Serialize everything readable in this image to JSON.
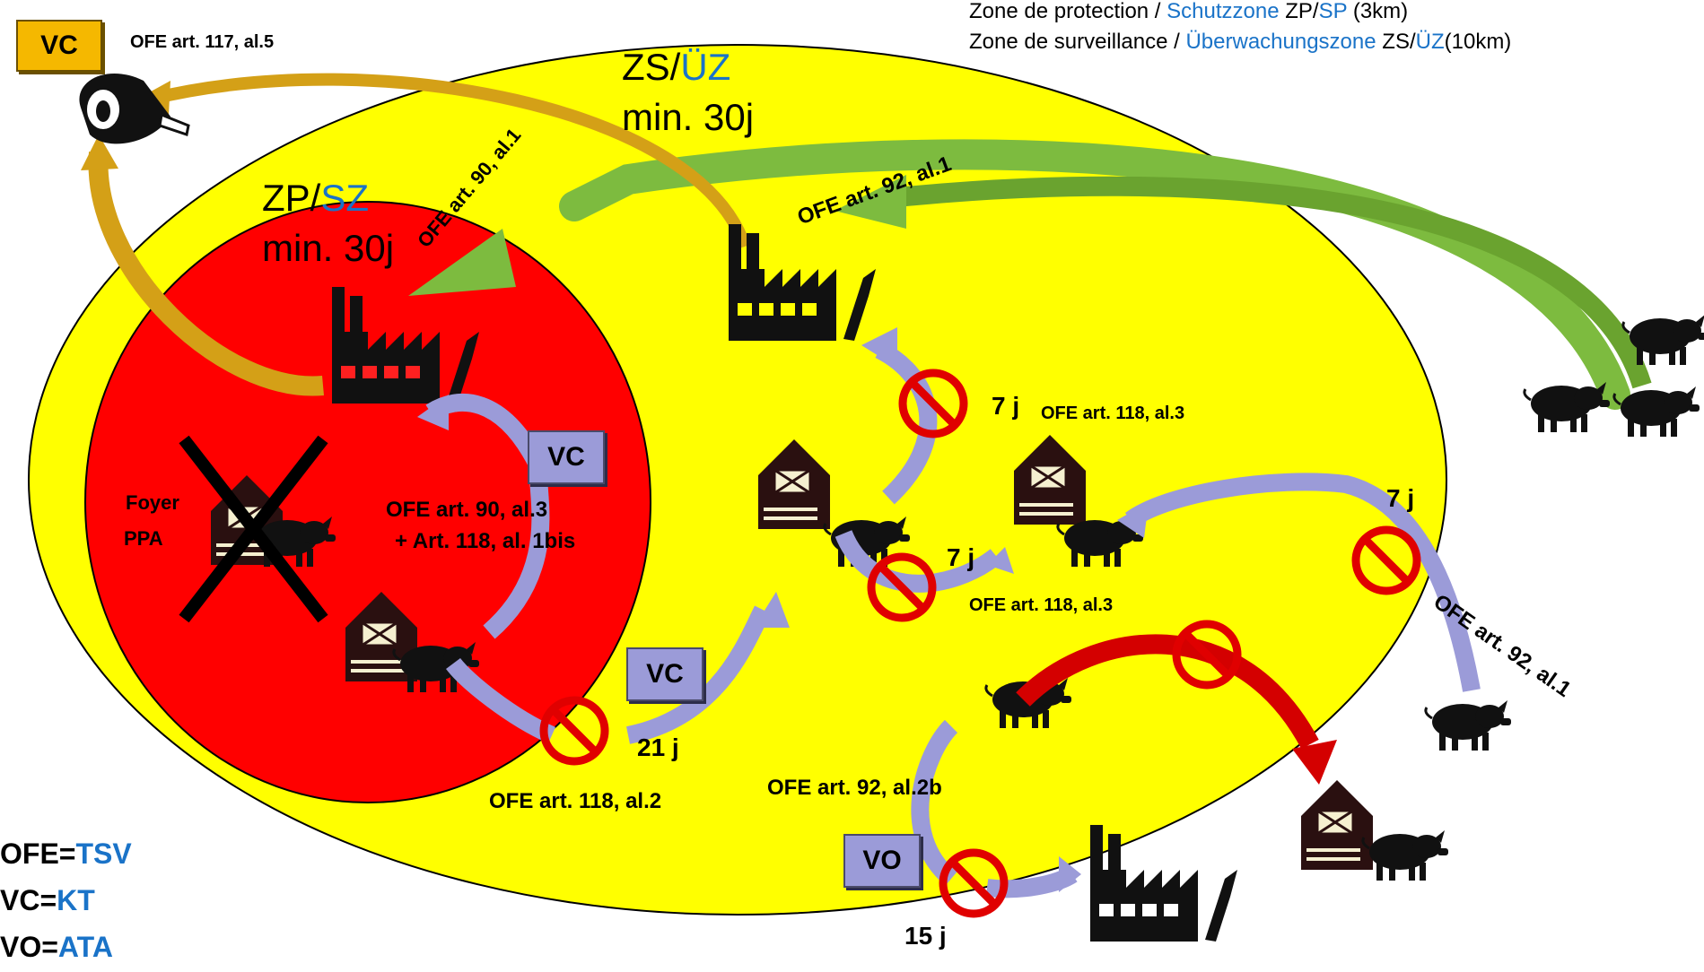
{
  "legend": {
    "protection_fr": "Zone de protection / ",
    "protection_de": "Schutzzone",
    "protection_code_fr": " ZP/",
    "protection_code_de": "SP",
    "protection_km": " (3km)",
    "surveillance_fr": "Zone de surveillance / ",
    "surveillance_de": "Überwachungszone",
    "surveillance_code_fr": "  ZS/",
    "surveillance_code_de": "ÜZ",
    "surveillance_km": "(10km)"
  },
  "zones": {
    "zs_code_fr": "ZS/",
    "zs_code_de": "ÜZ",
    "zs_duration": "min. 30j",
    "zp_code_fr": "ZP/",
    "zp_code_de": "SZ",
    "zp_duration": "min. 30j"
  },
  "scrolls": {
    "vc_top": "VC",
    "vc_red_zone": "VC",
    "vc_bottom": "VC",
    "vo_bottom": "VO"
  },
  "labels": {
    "ofe_117": "OFE art. 117, al.5",
    "ofe_90_1": "OFE art. 90, al.1",
    "ofe_92_1_top": "OFE art. 92, al.1",
    "ofe_118_3_top": "OFE art. 118, al.3",
    "ofe_90_3": "OFE art. 90, al.3",
    "ofe_118_1bis": "+ Art. 118, al. 1bis",
    "ofe_118_3_mid": "OFE art. 118, al.3",
    "ofe_92_1_right": "OFE art. 92, al.1",
    "ofe_118_2": "OFE art. 118, al.2",
    "ofe_92_2b": "OFE art. 92, al.2b",
    "foyer": "Foyer",
    "ppa": "PPA"
  },
  "days": {
    "d7_top": "7 j",
    "d7_mid": "7 j",
    "d7_right": "7 j",
    "d21": "21 j",
    "d15": "15 j"
  },
  "abbreviations": [
    {
      "fr": "OFE=",
      "de": "TSV"
    },
    {
      "fr": "VC=",
      "de": "KT"
    },
    {
      "fr": "VO=",
      "de": "ATA"
    }
  ],
  "colors": {
    "surveillance_zone": "#ffff00",
    "protection_zone": "#ff0000",
    "german_text": "#1a73c8",
    "green_arrow": "#7dbb3f",
    "gold_arrow": "#d4a017",
    "lavender_arrow": "#9b9bd8",
    "red_arrow": "#d40000",
    "prohibition": "#e00000"
  },
  "icons": [
    "ham-icon",
    "factory-icon",
    "barn-icon",
    "pig-icon",
    "prohibition-icon",
    "scroll-icon",
    "cross-icon"
  ]
}
